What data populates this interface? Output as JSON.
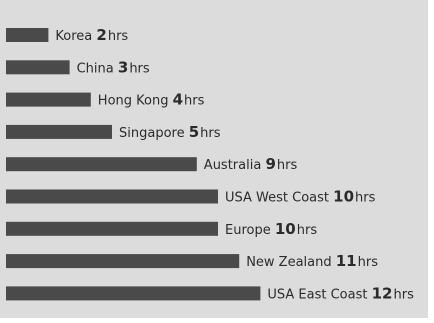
{
  "chart_data": {
    "type": "bar",
    "orientation": "horizontal",
    "categories": [
      "Korea",
      "China",
      "Hong Kong",
      "Singapore",
      "Australia",
      "USA West Coast",
      "Europe",
      "New Zealand",
      "USA East Coast"
    ],
    "values": [
      2,
      3,
      4,
      5,
      9,
      10,
      10,
      11,
      12
    ],
    "unit": "hrs",
    "bar_color": "#4a4a4a",
    "background_color": "#dcdcdc",
    "text_color": "#2b2b2b",
    "grid": false,
    "legend": "none"
  }
}
